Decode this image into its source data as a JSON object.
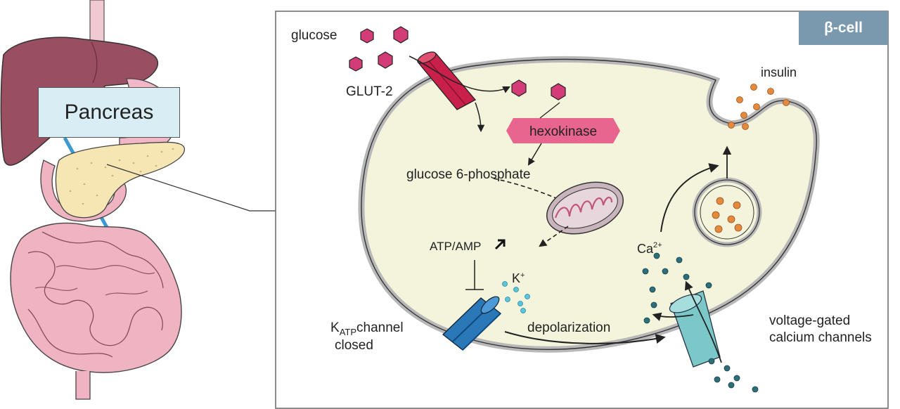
{
  "organ_label": "Pancreas",
  "cell_title": "β-cell",
  "labels": {
    "glucose": "glucose",
    "glut2": "GLUT-2",
    "hexokinase": "hexokinase",
    "g6p": "glucose 6-phosphate",
    "atp_amp": "ATP/AMP",
    "k_plus": "K",
    "k_plus_sup": "+",
    "katp_k": "K",
    "katp_sub": "ATP",
    "katp_rest": "channel",
    "katp_line2": "closed",
    "depolarization": "depolarization",
    "ca": "Ca",
    "ca_sup": "2+",
    "insulin": "insulin",
    "vgcc_line1": "voltage-gated",
    "vgcc_line2": "calcium channels"
  },
  "colors": {
    "cell_fill": "#f4f4dc",
    "membrane": "#b8b8b8",
    "glucose": "#d33c77",
    "glut2": "#c8204a",
    "hexokinase": "#e8658f",
    "katp": "#2a78b8",
    "vgcc": "#7cc8c8",
    "calcium": "#2f6f7a",
    "potassium": "#5cc5dd",
    "insulin": "#e58a3c",
    "mito": "#c8b4bc",
    "beta_tab": "#7a98ae",
    "pancreas_box": "#d8eef4"
  },
  "icons": [
    "liver-icon",
    "stomach-icon",
    "pancreas-organ-icon",
    "intestine-icon",
    "mitochondrion-icon",
    "vesicle-icon",
    "up-right-arrow-icon"
  ]
}
